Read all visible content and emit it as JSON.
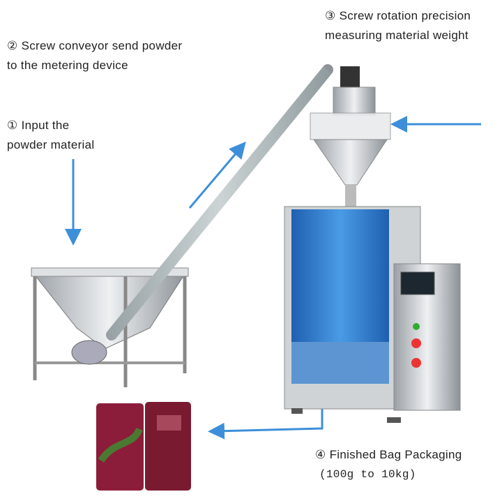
{
  "steps": [
    {
      "line1": "② Screw conveyor send powder",
      "line2": "to the metering device"
    },
    {
      "line1": "① Input the",
      "line2": "powder material"
    },
    {
      "line1": "③ Screw rotation precision",
      "line2": "measuring material weight"
    },
    {
      "line1": "④ Finished Bag Packaging",
      "line2": "(100g to 10kg)"
    }
  ],
  "colors": {
    "arrow": "#3d8fd9",
    "machine_blue": "#2a78c8",
    "steel": "#c8ccd0",
    "bag": "#8c1d3a"
  }
}
